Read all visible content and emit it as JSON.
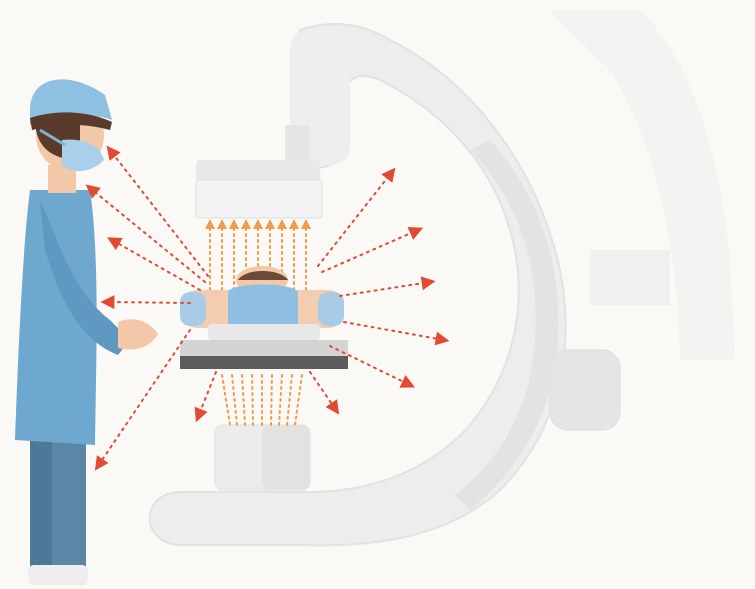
{
  "scene": {
    "background": "#faf9f6",
    "subjects": [
      "c-arm-xray-machine",
      "surgeon",
      "patient"
    ],
    "arrow_color": "#e24a33",
    "scrub_color": "#6fa8cf",
    "machine_color": "#eeeeee"
  }
}
